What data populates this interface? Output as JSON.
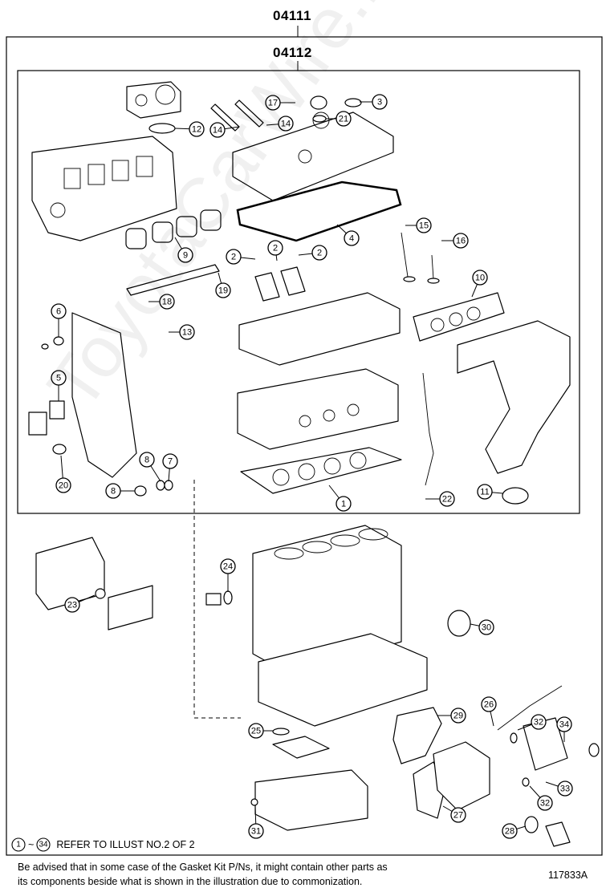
{
  "kits": {
    "outer": "04111",
    "inner": "04112"
  },
  "callouts": [
    {
      "n": "17"
    },
    {
      "n": "3"
    },
    {
      "n": "12"
    },
    {
      "n": "14"
    },
    {
      "n": "14"
    },
    {
      "n": "21"
    },
    {
      "n": "4"
    },
    {
      "n": "15"
    },
    {
      "n": "16"
    },
    {
      "n": "9"
    },
    {
      "n": "2"
    },
    {
      "n": "2"
    },
    {
      "n": "2"
    },
    {
      "n": "19"
    },
    {
      "n": "18"
    },
    {
      "n": "13"
    },
    {
      "n": "10"
    },
    {
      "n": "6"
    },
    {
      "n": "5"
    },
    {
      "n": "20"
    },
    {
      "n": "8"
    },
    {
      "n": "7"
    },
    {
      "n": "8"
    },
    {
      "n": "1"
    },
    {
      "n": "22"
    },
    {
      "n": "11"
    },
    {
      "n": "24"
    },
    {
      "n": "23"
    },
    {
      "n": "30"
    },
    {
      "n": "29"
    },
    {
      "n": "26"
    },
    {
      "n": "25"
    },
    {
      "n": "32"
    },
    {
      "n": "34"
    },
    {
      "n": "33"
    },
    {
      "n": "32"
    },
    {
      "n": "27"
    },
    {
      "n": "31"
    },
    {
      "n": "28"
    }
  ],
  "legend": {
    "start": "1",
    "tilde": "~",
    "end": "34",
    "text": "REFER TO ILLUST NO.2 OF 2"
  },
  "footer": {
    "line1": "Be advised that in some case of the Gasket Kit P/Ns,  it might contain other parts as",
    "line2": "its components beside what is shown in the illustration due to commonization.",
    "code": "117833A"
  },
  "watermark": "ToyotaCarWire.ru"
}
